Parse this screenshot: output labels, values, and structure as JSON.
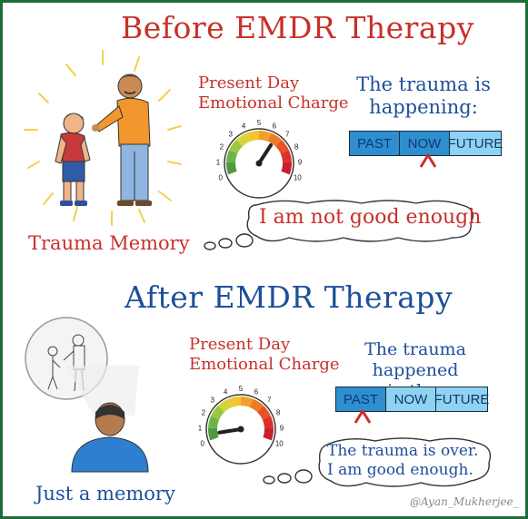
{
  "before": {
    "title": "Before EMDR Therapy",
    "emotional_charge_label_line1": "Present Day",
    "emotional_charge_label_line2": "Emotional Charge",
    "gauge_ticks": [
      "0",
      "1",
      "2",
      "3",
      "4",
      "5",
      "6",
      "7",
      "8",
      "9",
      "10"
    ],
    "gauge_level": 6.5,
    "trauma_line1": "The trauma is",
    "trauma_line2": "happening:",
    "timeline": [
      "PAST",
      "NOW",
      "FUTURE"
    ],
    "highlighted": "NOW",
    "thought": "I am not good enough",
    "caption": "Trauma Memory"
  },
  "after": {
    "title": "After EMDR Therapy",
    "emotional_charge_label_line1": "Present Day",
    "emotional_charge_label_line2": "Emotional Charge",
    "gauge_ticks": [
      "0",
      "1",
      "2",
      "3",
      "4",
      "5",
      "6",
      "7",
      "8",
      "9",
      "10"
    ],
    "gauge_level": 0.5,
    "trauma_line1": "The trauma happened",
    "trauma_line2": "in the:",
    "timeline": [
      "PAST",
      "NOW",
      "FUTURE"
    ],
    "highlighted": "PAST",
    "thought_line1": "The trauma is over.",
    "thought_line2": "I am good enough.",
    "caption": "Just a memory"
  },
  "credit": "@Ayan_Mukherjee_",
  "colors": {
    "frame": "#1f6b3a",
    "red_text": "#c8302a",
    "blue_text": "#1d4f9c",
    "timeline_dark": "#2d8fd0",
    "timeline_light": "#8fd3f2"
  }
}
